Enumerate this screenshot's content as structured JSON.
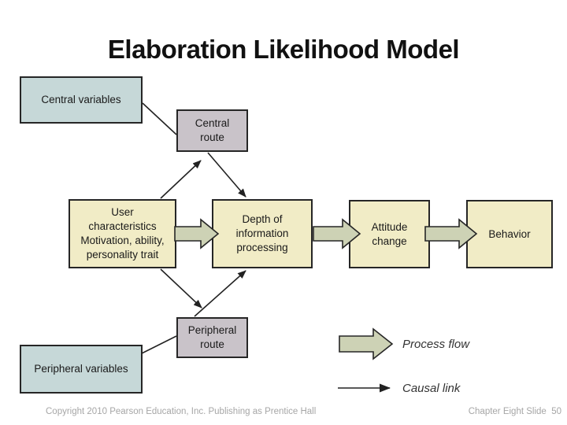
{
  "slide": {
    "title": "Elaboration Likelihood Model",
    "footer": {
      "copyright": "Copyright 2010 Pearson Education, Inc. Publishing as Prentice Hall",
      "slide_ref": "Chapter Eight Slide  50"
    }
  },
  "diagram": {
    "boxes": {
      "central_variables": {
        "label": "Central variables"
      },
      "central_route": {
        "label": "Central\nroute"
      },
      "user_characteristics": {
        "label": "User\ncharacteristics\nMotivation, ability,\npersonality trait"
      },
      "depth_of_information_processing": {
        "label": "Depth of\ninformation\nprocessing"
      },
      "attitude_change": {
        "label": "Attitude\nchange"
      },
      "behavior": {
        "label": "Behavior"
      },
      "peripheral_route": {
        "label": "Peripheral\nroute"
      },
      "peripheral_variables": {
        "label": "Peripheral variables"
      }
    },
    "legend": {
      "process_flow_label": "Process flow",
      "causal_link_label": "Causal link"
    },
    "colors": {
      "variables_box_fill": "#c6d8d8",
      "route_box_fill": "#c9c3c9",
      "process_box_fill": "#f1ecc6",
      "process_arrow_fill": "#cdd2b5",
      "causal_line_color": "#222222",
      "box_border_color": "#262626",
      "title_color": "#111111",
      "footer_text_color": "#a6a6a6"
    }
  }
}
